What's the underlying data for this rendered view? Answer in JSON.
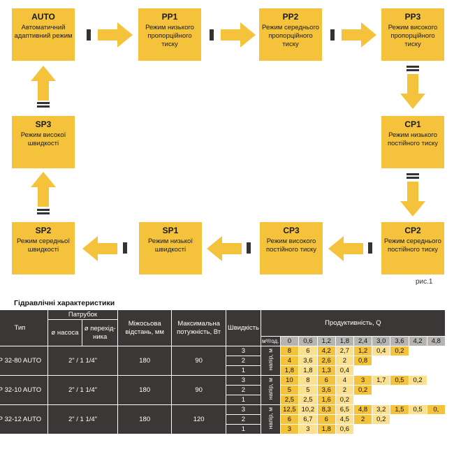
{
  "boxes": {
    "auto": {
      "code": "AUTO",
      "desc": "Автоматичний адаптивний режим"
    },
    "pp1": {
      "code": "PP1",
      "desc": "Режим низького пропорційного тиску"
    },
    "pp2": {
      "code": "PP2",
      "desc": "Режим середнього пропорційного тиску"
    },
    "pp3": {
      "code": "PP3",
      "desc": "Режим високого пропорційного тиску"
    },
    "cp1": {
      "code": "CP1",
      "desc": "Режим низького постійного тиску"
    },
    "cp2": {
      "code": "CP2",
      "desc": "Режим середнього постійного тиску"
    },
    "cp3": {
      "code": "CP3",
      "desc": "Режим високого постійного тиску"
    },
    "sp1": {
      "code": "SP1",
      "desc": "Режим низької швидкості"
    },
    "sp2": {
      "code": "SP2",
      "desc": "Режим середньої швидкості"
    },
    "sp3": {
      "code": "SP3",
      "desc": "Режим високої швидкості"
    }
  },
  "colors": {
    "accent": "#f5c33b",
    "dark": "#3a3736",
    "grey": "#b6b4b3"
  },
  "figure_label": "рис.1",
  "table": {
    "title": "Гідравлічні характеристики",
    "headers": {
      "type": "Тип",
      "nozzle": "Патрубок",
      "pump_diameter": "ø насоса",
      "adapter_diameter": "ø перехід-\nника",
      "distance": "Міжосьова відстань, мм",
      "power": "Максимальна потужність, Вт",
      "speed": "Швидкість",
      "capacity": "Продуктивність, Q",
      "unit": "м³/год.",
      "head_label": "напір, м"
    },
    "flow_values": [
      "0",
      "0,6",
      "1,2",
      "1,8",
      "2,4",
      "3,0",
      "3,6",
      "4,2",
      "4,8"
    ],
    "models": [
      {
        "type": "P 32-80 AUTO",
        "nozzle": "2\" / 1 1/4\"",
        "distance": "180",
        "power": "90",
        "rows": [
          {
            "speed": "3",
            "values": [
              "8",
              "6",
              "4,2",
              "2,7",
              "1,2",
              "0,4",
              "0,2",
              "",
              ""
            ]
          },
          {
            "speed": "2",
            "values": [
              "4",
              "3,6",
              "2,6",
              "2",
              "0,8",
              "",
              "",
              "",
              ""
            ]
          },
          {
            "speed": "1",
            "values": [
              "1,8",
              "1,8",
              "1,3",
              "0,4",
              "",
              "",
              "",
              "",
              ""
            ]
          }
        ]
      },
      {
        "type": "P 32-10 AUTO",
        "nozzle": "2\" / 1 1/4\"",
        "distance": "180",
        "power": "90",
        "rows": [
          {
            "speed": "3",
            "values": [
              "10",
              "8",
              "6",
              "4",
              "3",
              "1,7",
              "0,5",
              "0,2",
              ""
            ]
          },
          {
            "speed": "2",
            "values": [
              "5",
              "5",
              "3,6",
              "2",
              "0,2",
              "",
              "",
              "",
              ""
            ]
          },
          {
            "speed": "1",
            "values": [
              "2,5",
              "2,5",
              "1,6",
              "0,2",
              "",
              "",
              "",
              "",
              ""
            ]
          }
        ]
      },
      {
        "type": "P 32-12 AUTO",
        "nozzle": "2\" / 1 1/4\"",
        "distance": "180",
        "power": "120",
        "rows": [
          {
            "speed": "3",
            "values": [
              "12,5",
              "10,2",
              "8,3",
              "6,5",
              "4,8",
              "3,2",
              "1,5",
              "0,5",
              "0,"
            ]
          },
          {
            "speed": "2",
            "values": [
              "6",
              "6,7",
              "6",
              "4,5",
              "2",
              "0,2",
              "",
              "",
              ""
            ]
          },
          {
            "speed": "1",
            "values": [
              "3",
              "3",
              "1,8",
              "0,6",
              "",
              "",
              "",
              "",
              ""
            ]
          }
        ]
      }
    ]
  }
}
